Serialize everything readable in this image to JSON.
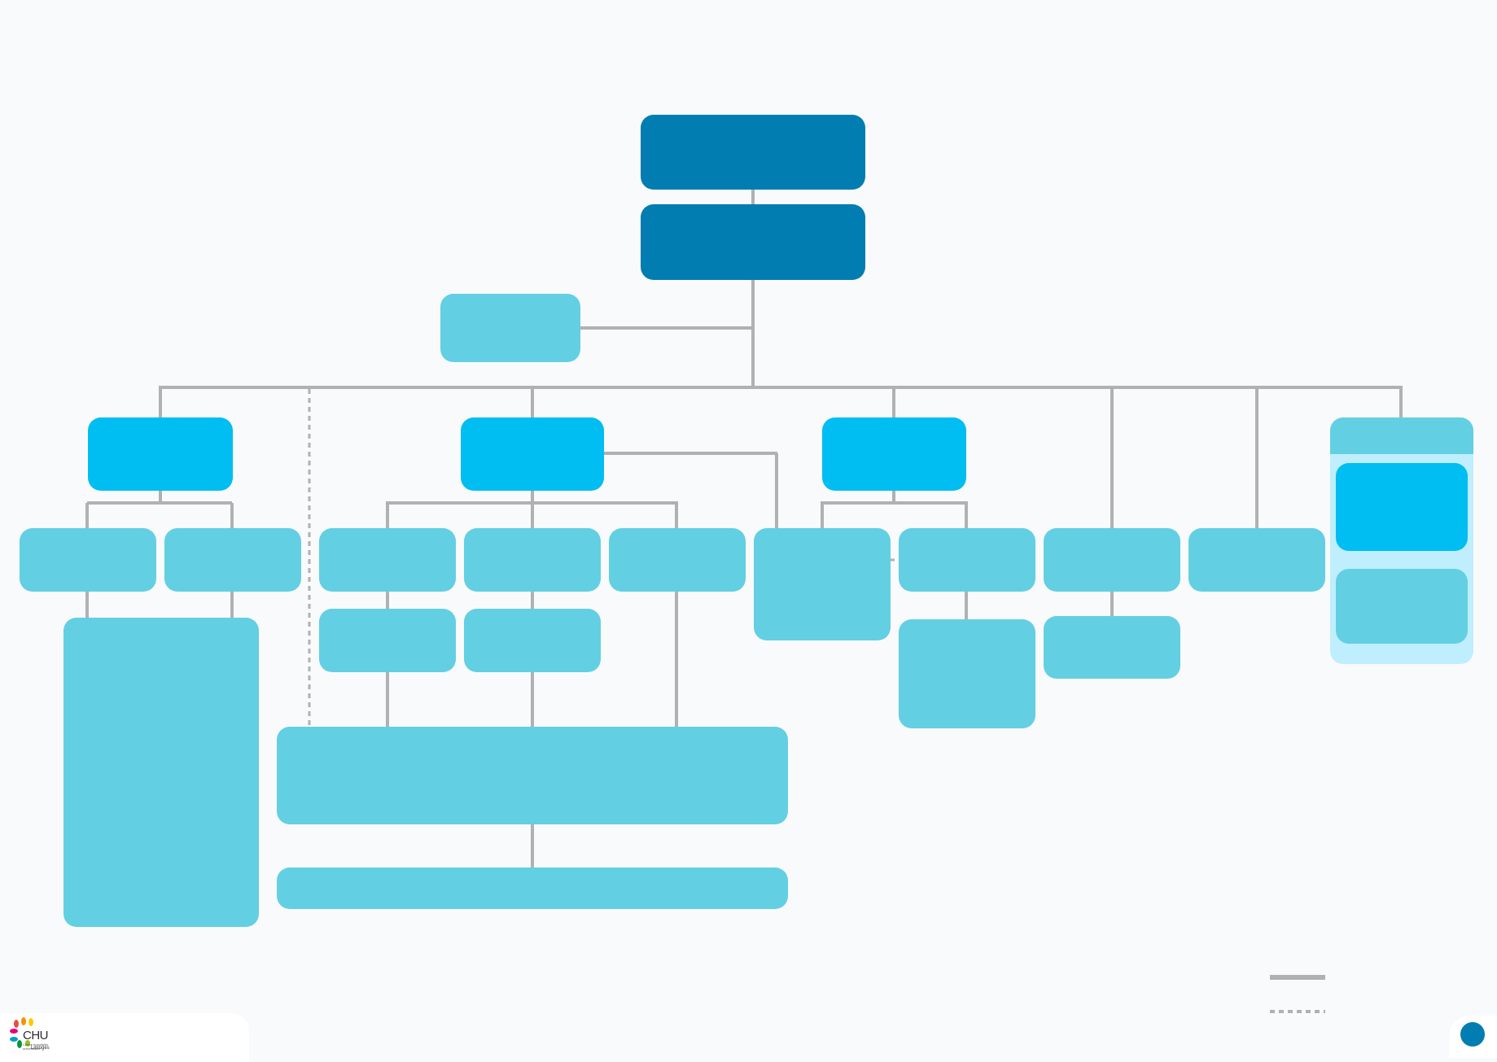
{
  "colors": {
    "dark": "#017db1",
    "mid": "#00bdf2",
    "light": "#63cfe2",
    "panel": "#bfeefe",
    "connector": "#b1b1b3"
  },
  "logo": {
    "wordmark": "CHU",
    "tagline": "Centre hospitalier universitaire",
    "city": "Limoges",
    "icon": "chu-flower-logo"
  },
  "legend": {
    "items": [
      {
        "style": "solid",
        "label": ""
      },
      {
        "style": "dashed",
        "label": ""
      }
    ]
  },
  "page_indicator": {
    "icon": "page-dot-icon"
  }
}
